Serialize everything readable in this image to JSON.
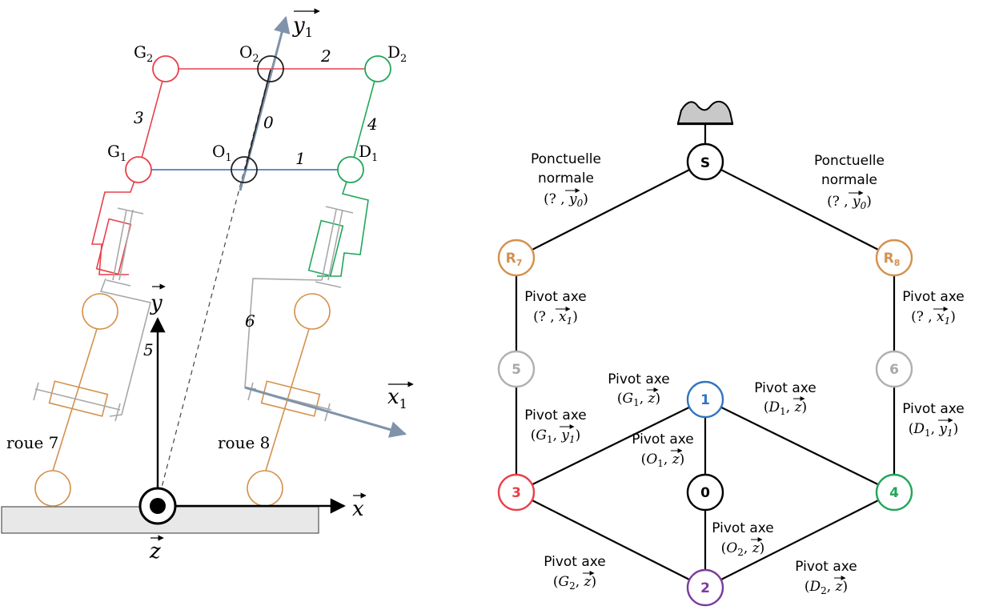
{
  "colors": {
    "red": "#e8404a",
    "blue": "#3a66b0",
    "green": "#22a65a",
    "orange": "#d4914d",
    "gray": "#a8a8a8",
    "steel": "#7f93aa",
    "purple": "#7a3c9c",
    "node_blue": "#2f75c0"
  },
  "mechanism": {
    "points": {
      "G2": "G",
      "G2_sub": "2",
      "O2": "O",
      "O2_sub": "2",
      "D2": "D",
      "D2_sub": "2",
      "G1": "G",
      "G1_sub": "1",
      "O1": "O",
      "O1_sub": "1",
      "D1": "D",
      "D1_sub": "1"
    },
    "bars": {
      "b2": "2",
      "b3": "3",
      "b0": "0",
      "b4": "4",
      "b1": "1",
      "b5": "5",
      "b6": "6"
    },
    "wheels": {
      "left": "roue 7",
      "right": "roue 8"
    },
    "axes": {
      "x": "x",
      "y": "y",
      "z": "z",
      "x1": "x",
      "x1_sub": "1",
      "y1": "y",
      "y1_sub": "1"
    }
  },
  "graph": {
    "nodes": {
      "S": "S",
      "R7": "R",
      "R7_sub": "7",
      "R8": "R",
      "R8_sub": "8",
      "n5": "5",
      "n6": "6",
      "n1": "1",
      "n0": "0",
      "n3": "3",
      "n4": "4",
      "n2": "2"
    },
    "edges": {
      "s_r7": {
        "l1": "Ponctuelle",
        "l2": "normale",
        "m_pre": "(? , ",
        "m_vec": "y",
        "m_sub": "0",
        "m_post": ")"
      },
      "s_r8": {
        "l1": "Ponctuelle",
        "l2": "normale",
        "m_pre": "(? , ",
        "m_vec": "y",
        "m_sub": "0",
        "m_post": ")"
      },
      "r7_5": {
        "l1": "Pivot axe",
        "m_pre": "(? , ",
        "m_vec": "x",
        "m_sub": "1",
        "m_post": ")"
      },
      "r8_6": {
        "l1": "Pivot axe",
        "m_pre": "(? , ",
        "m_vec": "x",
        "m_sub": "1",
        "m_post": ")"
      },
      "e5_3": {
        "l1": "Pivot axe",
        "m_pre": "(",
        "m_pt": "G",
        "m_pt_sub": "1",
        "m_mid": ", ",
        "m_vec": "y",
        "m_sub": "1",
        "m_post": ")"
      },
      "e6_4": {
        "l1": "Pivot axe",
        "m_pre": "(",
        "m_pt": "D",
        "m_pt_sub": "1",
        "m_mid": ", ",
        "m_vec": "y",
        "m_sub": "1",
        "m_post": ")"
      },
      "e3_1": {
        "l1": "Pivot axe",
        "m_pre": "(",
        "m_pt": "G",
        "m_pt_sub": "1",
        "m_mid": ", ",
        "m_vec": "z",
        "m_post": ")"
      },
      "e1_4": {
        "l1": "Pivot axe",
        "m_pre": "(",
        "m_pt": "D",
        "m_pt_sub": "1",
        "m_mid": ", ",
        "m_vec": "z",
        "m_post": ")"
      },
      "e1_0": {
        "l1": "Pivot axe",
        "m_pre": "(",
        "m_pt": "O",
        "m_pt_sub": "1",
        "m_mid": ", ",
        "m_vec": "z",
        "m_post": ")"
      },
      "e0_2": {
        "l1": "Pivot axe",
        "m_pre": "(",
        "m_pt": "O",
        "m_pt_sub": "2",
        "m_mid": ", ",
        "m_vec": "z",
        "m_post": ")"
      },
      "e3_2": {
        "l1": "Pivot axe",
        "m_pre": "(",
        "m_pt": "G",
        "m_pt_sub": "2",
        "m_mid": ", ",
        "m_vec": "z",
        "m_post": ")"
      },
      "e4_2": {
        "l1": "Pivot axe",
        "m_pre": "(",
        "m_pt": "D",
        "m_pt_sub": "2",
        "m_mid": ", ",
        "m_vec": "z",
        "m_post": ")"
      }
    }
  }
}
